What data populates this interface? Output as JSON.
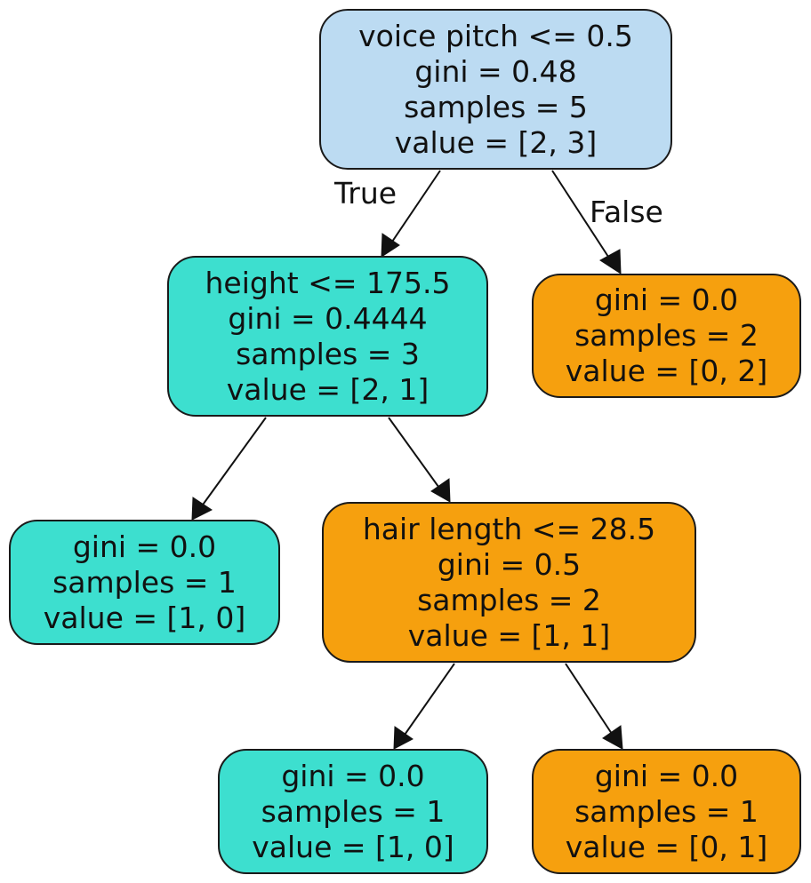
{
  "colors": {
    "blue_node": "#bcdbf2",
    "teal_node": "#3ddfcf",
    "orange_node": "#f6a00e",
    "edge": "#111111"
  },
  "tree": {
    "edge_labels": {
      "true": "True",
      "false": "False"
    },
    "nodes": [
      {
        "id": "n0",
        "name": "node-root",
        "color": "blue_node",
        "lines": [
          "voice pitch <= 0.5",
          "gini = 0.48",
          "samples = 5",
          "value = [2, 3]"
        ]
      },
      {
        "id": "n1",
        "name": "node-height-split",
        "color": "teal_node",
        "lines": [
          "height <= 175.5",
          "gini = 0.4444",
          "samples = 3",
          "value = [2, 1]"
        ]
      },
      {
        "id": "n2",
        "name": "node-leaf-right-top",
        "color": "orange_node",
        "lines": [
          "gini = 0.0",
          "samples = 2",
          "value = [0, 2]"
        ]
      },
      {
        "id": "n3",
        "name": "node-leaf-left",
        "color": "teal_node",
        "lines": [
          "gini = 0.0",
          "samples = 1",
          "value = [1, 0]"
        ]
      },
      {
        "id": "n4",
        "name": "node-hair-length-split",
        "color": "orange_node",
        "lines": [
          "hair length <= 28.5",
          "gini = 0.5",
          "samples = 2",
          "value = [1, 1]"
        ]
      },
      {
        "id": "n5",
        "name": "node-leaf-bottom-left",
        "color": "teal_node",
        "lines": [
          "gini = 0.0",
          "samples = 1",
          "value = [1, 0]"
        ]
      },
      {
        "id": "n6",
        "name": "node-leaf-bottom-right",
        "color": "orange_node",
        "lines": [
          "gini = 0.0",
          "samples = 1",
          "value = [0, 1]"
        ]
      }
    ],
    "edges": [
      {
        "from": "n0",
        "to": "n1"
      },
      {
        "from": "n0",
        "to": "n2"
      },
      {
        "from": "n1",
        "to": "n3"
      },
      {
        "from": "n1",
        "to": "n4"
      },
      {
        "from": "n4",
        "to": "n5"
      },
      {
        "from": "n4",
        "to": "n6"
      }
    ]
  }
}
